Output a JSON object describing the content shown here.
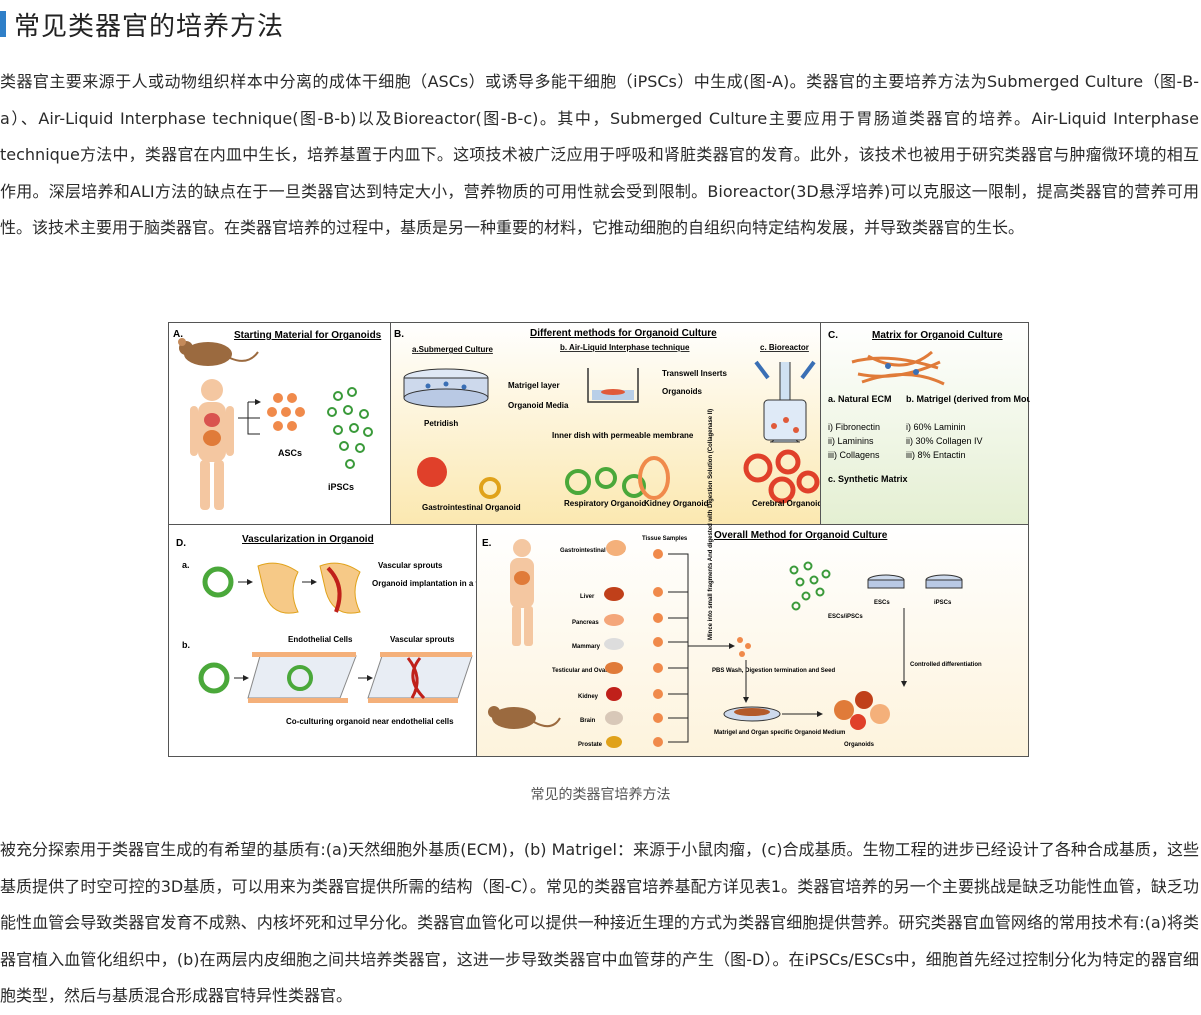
{
  "page": {
    "title": "常见类器官的培养方法",
    "paragraph1": "类器官主要来源于人或动物组织样本中分离的成体干细胞（ASCs）或诱导多能干细胞（iPSCs）中生成(图-A)。类器官的主要培养方法为Submerged Culture（图-B-a）、Air-Liquid Interphase technique(图-B-b)以及Bioreactor(图-B-c)。其中，Submerged Culture主要应用于胃肠道类器官的培养。Air-Liquid Interphase technique方法中，类器官在内皿中生长，培养基置于内皿下。这项技术被广泛应用于呼吸和肾脏类器官的发育。此外，该技术也被用于研究类器官与肿瘤微环境的相互作用。深层培养和ALI方法的缺点在于一旦类器官达到特定大小，营养物质的可用性就会受到限制。Bioreactor(3D悬浮培养)可以克服这一限制，提高类器官的营养可用性。该技术主要用于脑类器官。在类器官培养的过程中，基质是另一种重要的材料，它推动细胞的自组织向特定结构发展，并导致类器官的生长。",
    "caption": "常见的类器官培养方法",
    "paragraph2": "被充分探索用于类器官生成的有希望的基质有:(a)天然细胞外基质(ECM)，(b) Matrigel：来源于小鼠肉瘤，(c)合成基质。生物工程的进步已经设计了各种合成基质，这些基质提供了时空可控的3D基质，可以用来为类器官提供所需的结构（图-C）。常见的类器官培养基配方详见表1。类器官培养的另一个主要挑战是缺乏功能性血管，缺乏功能性血管会导致类器官发育不成熟、内核坏死和过早分化。类器官血管化可以提供一种接近生理的方式为类器官细胞提供营养。研究类器官血管网络的常用技术有:(a)将类器官植入血管化组织中，(b)在两层内皮细胞之间共培养类器官，这进一步导致类器官中血管芽的产生（图-D）。在iPSCs/ESCs中，细胞首先经过控制分化为特定的器官细胞类型，然后与基质混合形成器官特异性类器官。"
  },
  "figure": {
    "panelA": {
      "letter": "A.",
      "title": "Starting Material for Organoids",
      "asc": "ASCs",
      "ipsc": "iPSCs"
    },
    "panelB": {
      "letter": "B.",
      "title": "Different methods for Organoid Culture",
      "sub_a": "a.Submerged Culture",
      "sub_b": "b. Air-Liquid Interphase technique",
      "sub_c": "c. Bioreactor",
      "matrigel": "Matrigel layer",
      "media": "Organoid Media",
      "petri": "Petridish",
      "transwell": "Transwell Inserts",
      "organoids": "Organoids",
      "inner": "Inner dish with permeable membrane",
      "gi": "Gastrointestinal Organoid",
      "resp": "Respiratory Organoid",
      "kidney": "Kidney Organoid",
      "cerebral": "Cerebral Organoid"
    },
    "panelC": {
      "letter": "C.",
      "title": "Matrix for Organoid Culture",
      "natural": "a. Natural ECM",
      "matrigel": "b. Matrigel (derived from Mouse sarcoma)",
      "ecm": [
        "i)    Fibronectin",
        "ii)   Laminins",
        "iii)  Collagens"
      ],
      "mat": [
        "i)    60% Laminin",
        "ii)   30% Collagen IV",
        "iii)  8% Entactin"
      ],
      "synthetic": "c. Synthetic Matrix"
    },
    "panelD": {
      "letter": "D.",
      "title": "Vascularization in Organoid",
      "sub_a": "a.",
      "sub_b": "b.",
      "sprouts": "Vascular sprouts",
      "implant": "Organoid implantation in a vascularized tissue",
      "endo": "Endothelial Cells",
      "sprouts2": "Vascular sprouts",
      "coculture": "Co-culturing organoid near endothelial cells"
    },
    "panelE": {
      "letter": "E.",
      "title": "Overall Method for Organoid Culture",
      "tissue": "Tissue Samples",
      "organs": [
        "Gastrointestinal Organ",
        "Liver",
        "Pancreas",
        "Mammary",
        "Testicular and Ovaries",
        "Kidney",
        "Brain",
        "Prostate"
      ],
      "mince": "Mince into small fragments And digested with Digestion Solution (Collagenase II)",
      "pbs": "PBS Wash, Digestion termination and Seed",
      "esc_ipsc": "ESCs/iPSCs",
      "escs": "ESCs",
      "ipscs": "iPSCs",
      "controlled": "Controlled differentiation",
      "medium": "Matrigel and Organ specific Organoid Medium",
      "organoids": "Organoids"
    }
  }
}
